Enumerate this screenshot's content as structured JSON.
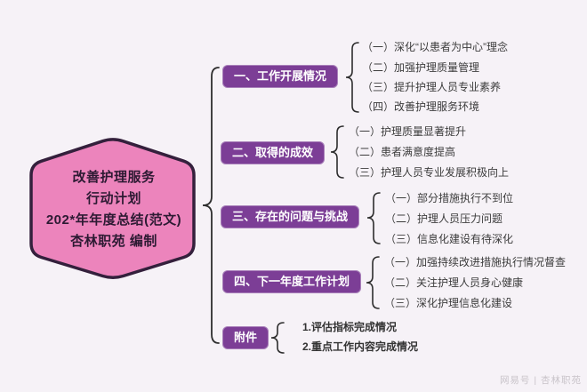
{
  "center_node": {
    "lines": [
      "改善护理服务",
      "行动计划",
      "202*年年度总结(范文)",
      "杏林职苑 编制"
    ]
  },
  "branches": [
    {
      "label": "一、工作开展情况",
      "items": [
        "（一）深化“以患者为中心”理念",
        "（二）加强护理质量管理",
        "（三）提升护理人员专业素养",
        "（四）改善护理服务环境"
      ]
    },
    {
      "label": "二、取得的成效",
      "items": [
        "（一）护理质量显著提升",
        "（二）患者满意度提高",
        "（三）护理人员专业发展积极向上"
      ]
    },
    {
      "label": "三、存在的问题与挑战",
      "items": [
        "（一）部分措施执行不到位",
        "（二）护理人员压力问题",
        "（三）信息化建设有待深化"
      ]
    },
    {
      "label": "四、下一年度工作计划",
      "items": [
        "（一）加强持续改进措施执行情况督查",
        "（二）关注护理人员身心健康",
        "（三）深化护理信息化建设"
      ]
    },
    {
      "label": "附件",
      "items": [
        "1.评估指标完成情况",
        "2.重点工作内容完成情况"
      ]
    }
  ],
  "watermark": {
    "text": "网易号 | 杏林职苑"
  },
  "colors": {
    "background": "#f6f2f7",
    "hexagon_fill": "#ec84bc",
    "hexagon_border": "#34203c",
    "branch_box_bg": "#7c3e96",
    "branch_box_text": "#ffffff",
    "item_text": "#3c3c3c",
    "connector": "#2d2d2d",
    "watermark_text": "#c9c4ca"
  }
}
